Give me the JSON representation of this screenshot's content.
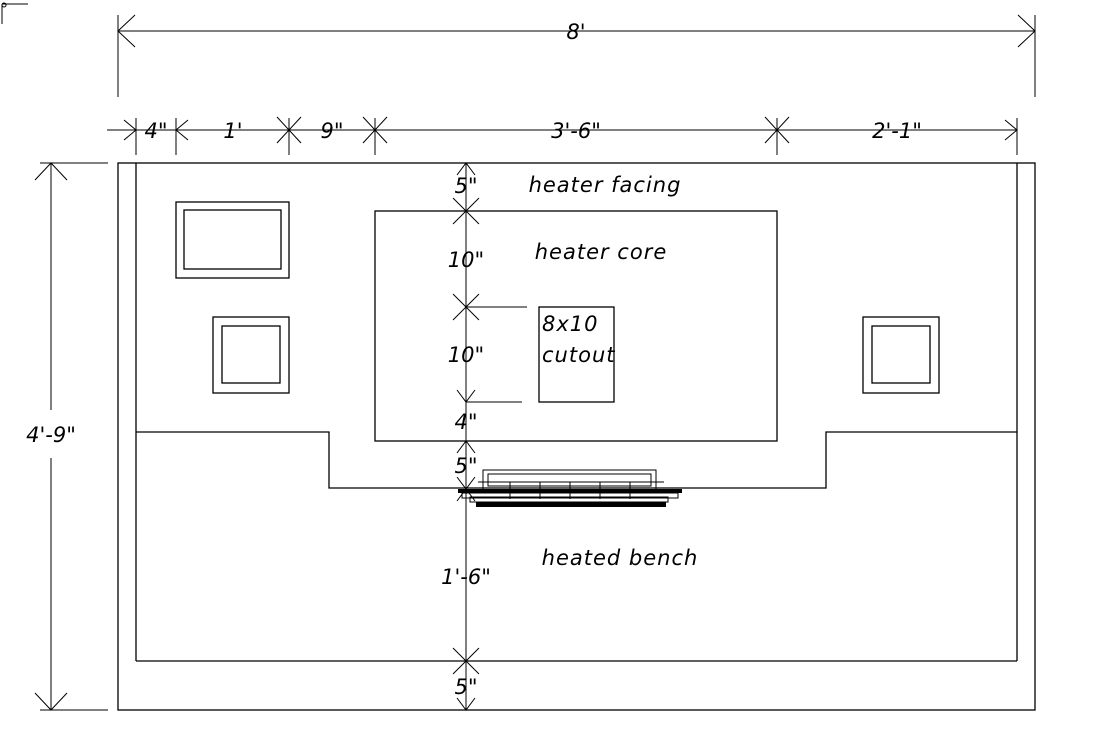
{
  "labels": {
    "heater_facing": "heater facing",
    "heater_core": "heater core",
    "cutout_line1": "8x10",
    "cutout_line2": "cutout",
    "heated_bench": "heated bench"
  },
  "dimensions": {
    "overall_width": "8'",
    "overall_height": "4'-9\"",
    "left_margin": "4\"",
    "small_window": "1'",
    "gap": "9\"",
    "core_width": "3'-6\"",
    "right_span": "2'-1\"",
    "top_facing": "5\"",
    "core_upper": "10\"",
    "cutout_height": "10\"",
    "core_lower": "4\"",
    "step": "5\"",
    "bench": "1'-6\"",
    "bottom_facing": "5\""
  }
}
